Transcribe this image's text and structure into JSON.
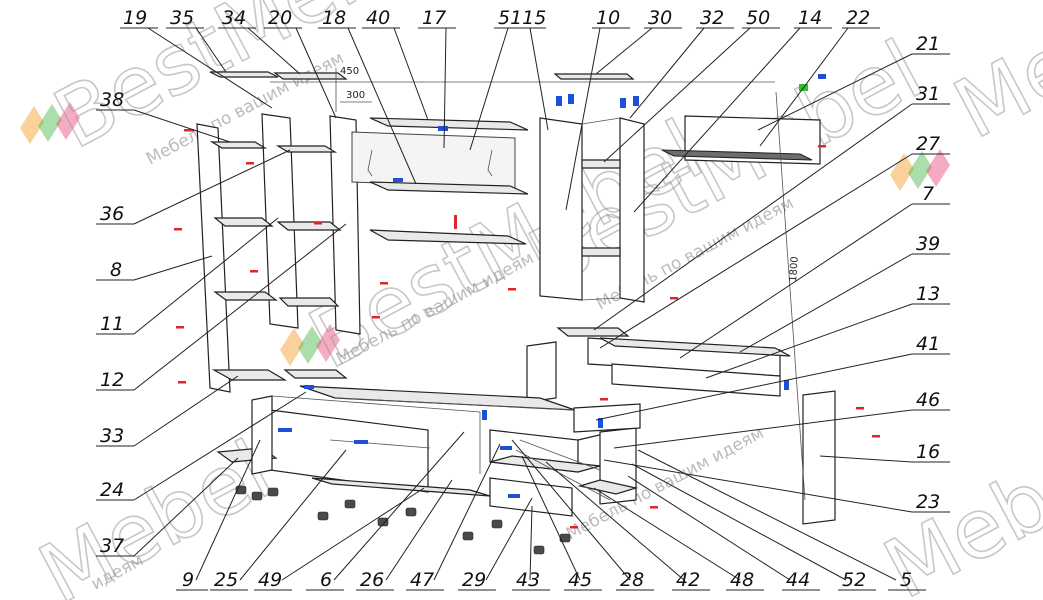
{
  "diagram": {
    "labels": [
      {
        "id": "19",
        "text": "19"
      },
      {
        "id": "35",
        "text": "35"
      },
      {
        "id": "34",
        "text": "34"
      },
      {
        "id": "20",
        "text": "20"
      },
      {
        "id": "18",
        "text": "18"
      },
      {
        "id": "40",
        "text": "40"
      },
      {
        "id": "17",
        "text": "17"
      },
      {
        "id": "5115",
        "text": "5115"
      },
      {
        "id": "10",
        "text": "10"
      },
      {
        "id": "30",
        "text": "30"
      },
      {
        "id": "32",
        "text": "32"
      },
      {
        "id": "50",
        "text": "50"
      },
      {
        "id": "14",
        "text": "14"
      },
      {
        "id": "22",
        "text": "22"
      },
      {
        "id": "21",
        "text": "21"
      },
      {
        "id": "31",
        "text": "31"
      },
      {
        "id": "27",
        "text": "27"
      },
      {
        "id": "7",
        "text": "7"
      },
      {
        "id": "39",
        "text": "39"
      },
      {
        "id": "13",
        "text": "13"
      },
      {
        "id": "41",
        "text": "41"
      },
      {
        "id": "46",
        "text": "46"
      },
      {
        "id": "16",
        "text": "16"
      },
      {
        "id": "23",
        "text": "23"
      },
      {
        "id": "38",
        "text": "38"
      },
      {
        "id": "36",
        "text": "36"
      },
      {
        "id": "8",
        "text": "8"
      },
      {
        "id": "11",
        "text": "11"
      },
      {
        "id": "12",
        "text": "12"
      },
      {
        "id": "33",
        "text": "33"
      },
      {
        "id": "24",
        "text": "24"
      },
      {
        "id": "37",
        "text": "37"
      },
      {
        "id": "9",
        "text": "9"
      },
      {
        "id": "25",
        "text": "25"
      },
      {
        "id": "49",
        "text": "49"
      },
      {
        "id": "6",
        "text": "6"
      },
      {
        "id": "26",
        "text": "26"
      },
      {
        "id": "47",
        "text": "47"
      },
      {
        "id": "29",
        "text": "29"
      },
      {
        "id": "43",
        "text": "43"
      },
      {
        "id": "45",
        "text": "45"
      },
      {
        "id": "28",
        "text": "28"
      },
      {
        "id": "42",
        "text": "42"
      },
      {
        "id": "48",
        "text": "48"
      },
      {
        "id": "44",
        "text": "44"
      },
      {
        "id": "52",
        "text": "52"
      },
      {
        "id": "5",
        "text": "5"
      }
    ],
    "dimensions": {
      "d450": "450",
      "d300": "300",
      "d1800": "1800"
    },
    "watermark": {
      "brand": "BestMebel",
      "tagline": "Мебель по вашим идеям",
      "partial_brand": "Mebel",
      "partial_tagline": "идеям"
    },
    "colors": {
      "red_fittings": "#e0262b",
      "blue_fittings": "#1d4fd8",
      "green_fitting": "#2fbf2f",
      "logo_orange": "#f39a1e",
      "logo_green": "#47b548",
      "logo_pink": "#e8477a"
    }
  }
}
